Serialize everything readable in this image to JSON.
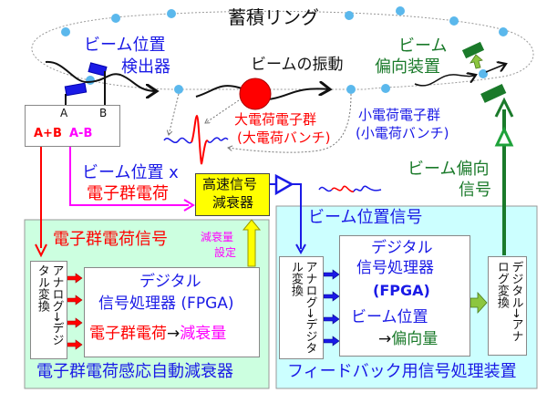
{
  "ring": {
    "title": "蓄積リング"
  },
  "bpm": {
    "label_line1": "ビーム位置",
    "label_line2": "検出器",
    "electrode_a": "A",
    "electrode_b": "B",
    "sum_label": "A+B",
    "diff_label": "A-B"
  },
  "oscillation": {
    "label": "ビームの振動"
  },
  "kicker": {
    "label_line1": "ビーム",
    "label_line2": "偏向装置"
  },
  "large_bunch": {
    "line1": "大電荷電子群",
    "line2": "(大電荷バンチ)"
  },
  "small_bunch": {
    "line1": "小電荷電子群",
    "line2": "(小電荷バンチ)"
  },
  "product_signal": {
    "line1": "ビーム位置 x",
    "line2": "電子群電荷"
  },
  "attenuator": {
    "line1": "高速信号",
    "line2": "減衰器"
  },
  "deflect_signal": {
    "line1": "ビーム偏向",
    "line2": "信号"
  },
  "auto_attenuator": {
    "charge_signal": "電子群電荷信号",
    "att_setting_line1": "減衰量",
    "att_setting_line2": "設定",
    "adc": "アナログ→デジタル変換",
    "fpga_line1": "デジタル",
    "fpga_line2": "信号処理器 (FPGA)",
    "fpga_line3_a": "電子群電荷",
    "fpga_line3_arrow": "→",
    "fpga_line3_b": "減衰量",
    "title": "電子群電荷感応自動減衰器"
  },
  "feedback": {
    "position_signal": "ビーム位置信号",
    "adc": "アナログ→デジタル変換",
    "fpga_line1": "デジタル",
    "fpga_line2": "信号処理器",
    "fpga_line3": "(FPGA)",
    "fpga_line4": "ビーム位置",
    "fpga_line5_arrow": "→",
    "fpga_line5_b": "偏向量",
    "dac": "デジタル→アナログ変換",
    "title": "フィードバック用信号処理装置"
  },
  "colors": {
    "blue": "#1a1ae6",
    "red": "#ff0000",
    "magenta": "#ff00ff",
    "green": "#1a7a2a",
    "panel_green": "#ccffe0",
    "panel_cyan": "#ccffff",
    "attenuator_yellow": "#ffff00",
    "bead": "#5bb8ec"
  }
}
